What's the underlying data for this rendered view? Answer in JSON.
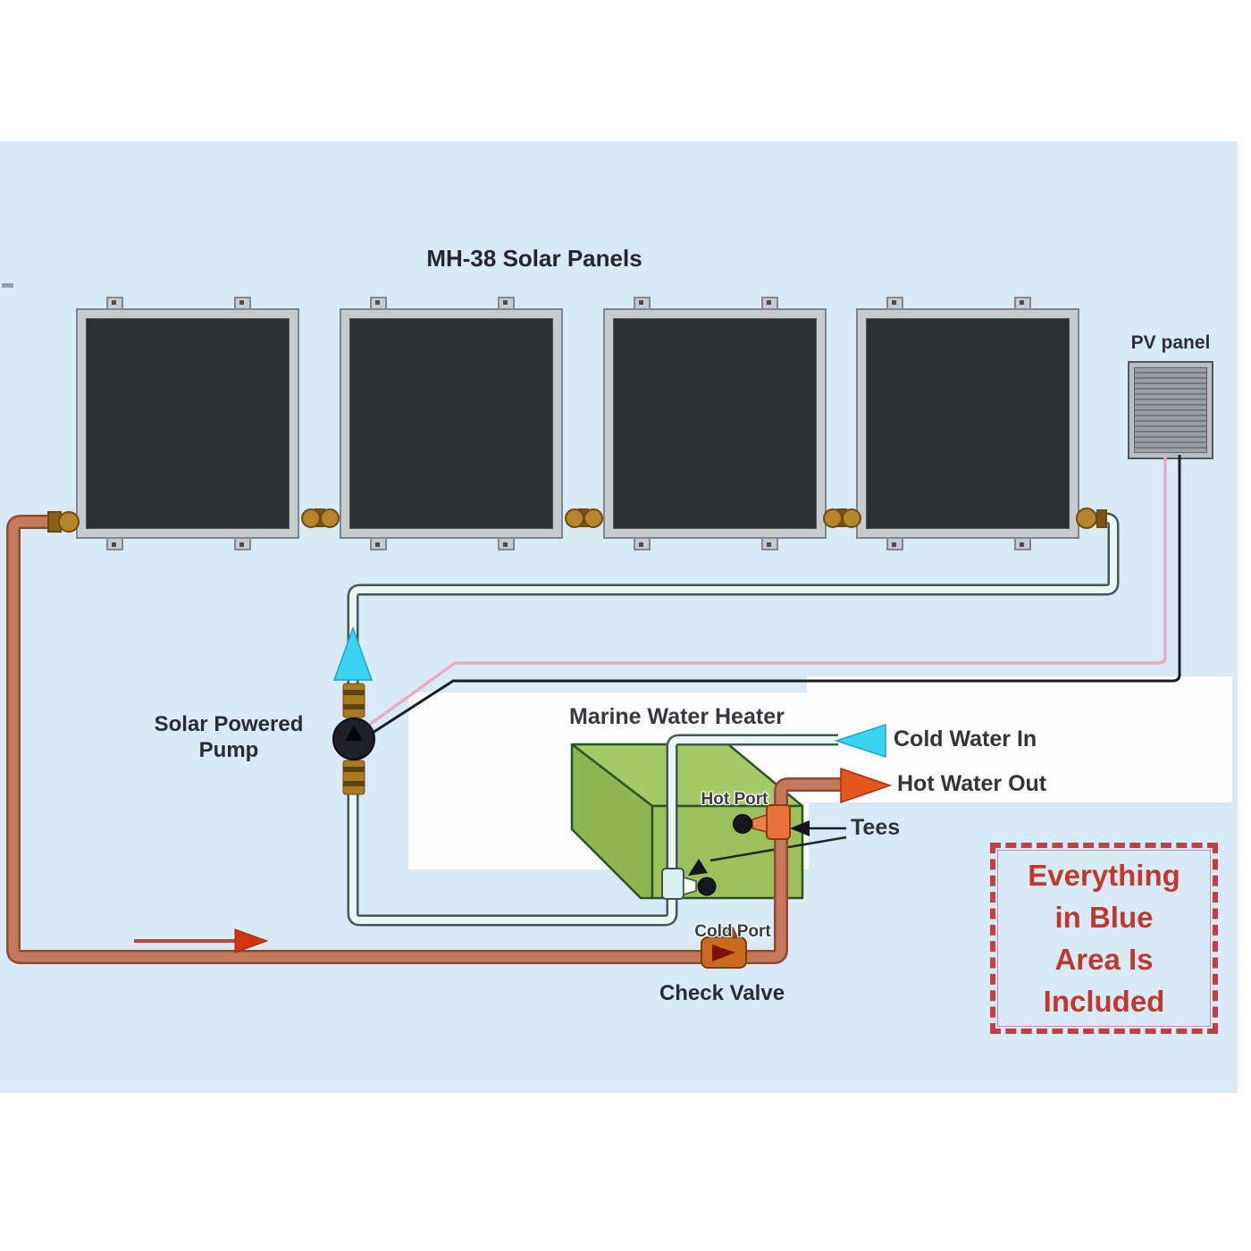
{
  "diagram": {
    "title": "MH-38 Solar Panels",
    "labels": {
      "pv_panel": "PV panel",
      "pump_line1": "Solar Powered",
      "pump_line2": "Pump",
      "heater": "Marine Water Heater",
      "cold_water_in": "Cold Water In",
      "hot_water_out": "Hot Water Out",
      "tees": "Tees",
      "hot_port": "Hot Port",
      "cold_port": "Cold Port",
      "check_valve": "Check Valve"
    },
    "included_note": {
      "line1": "Everything",
      "line2": "in Blue",
      "line3": "Area Is",
      "line4": "Included"
    },
    "icons": {
      "cold_water_arrow": "left-arrow",
      "hot_water_arrow": "right-arrow",
      "pump_flow_arrow": "up-arrow",
      "loop_flow_arrow": "right-arrow"
    },
    "colors": {
      "blue_area": "#d9eaf7",
      "white_backdrop": "#fdfdfe",
      "panel_frame": "#c7cbce",
      "panel_dark": "#2c2f32",
      "copper_pipe": "#c4785c",
      "water_pipe": "#ebf5f1",
      "cyan": "#3cd3f2",
      "hot_orange": "#e5551f",
      "heater_green": "#9cc15c",
      "brass": "#b5852d",
      "wire_pink": "#ecaabe",
      "wire_black": "#1a1a24",
      "note_red": "#c0392f"
    }
  }
}
